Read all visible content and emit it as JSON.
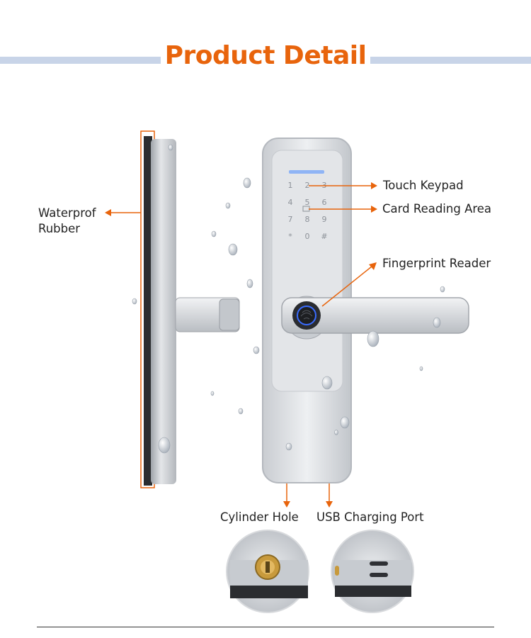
{
  "header": {
    "title": "Product Detail"
  },
  "callouts": {
    "waterproof_line1": "Waterprof",
    "waterproof_line2": "Rubber",
    "touch_keypad": "Touch Keypad",
    "card_reading": "Card Reading Area",
    "fingerprint": "Fingerprint Reader",
    "cylinder_hole": "Cylinder Hole",
    "usb_port": "USB Charging Port"
  },
  "keypad": {
    "keys": [
      "1",
      "2",
      "3",
      "4",
      "5",
      "6",
      "7",
      "8",
      "9",
      "*",
      "0",
      "#"
    ]
  },
  "colors": {
    "accent": "#e8640c",
    "band": "#c8d4e8",
    "lock_body": "#d6d9de",
    "lock_edge": "#b4b8be",
    "fingerprint_ring": "#3a6cff"
  }
}
